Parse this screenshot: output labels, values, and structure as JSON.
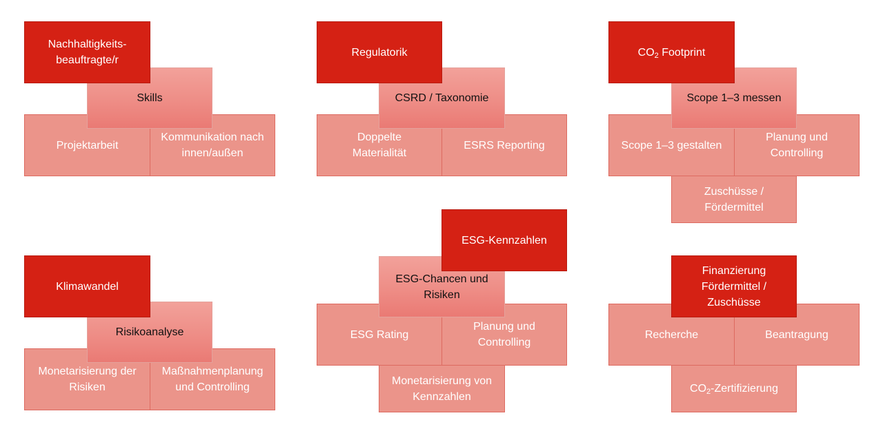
{
  "groups": {
    "nachhaltigkeit": {
      "title": "Nachhaltigkeits-beauftragte/r",
      "skill": "Skills",
      "items": [
        "Projektarbeit",
        "Kommunikation nach innen/außen"
      ]
    },
    "regulatorik": {
      "title": "Regulatorik",
      "skill": "CSRD / Taxonomie",
      "items": [
        "Doppelte Materialität",
        "ESRS Reporting"
      ]
    },
    "co2": {
      "title_main": "CO",
      "title_sub": "2",
      "title_rest": " Footprint",
      "skill": "Scope 1–3 messen",
      "items": [
        "Scope 1–3 gestalten",
        "Planung und Controlling",
        "Zuschüsse / Fördermittel"
      ]
    },
    "klimawandel": {
      "title": "Klimawandel",
      "skill": "Risikoanalyse",
      "items": [
        "Monetarisierung der Risiken",
        "Maßnahmenplanung und Controlling"
      ]
    },
    "esg": {
      "title": "ESG-Kennzahlen",
      "skill": "ESG-Chancen und Risiken",
      "items": [
        "ESG Rating",
        "Planung und Controlling",
        "Monetarisierung von Kennzahlen"
      ]
    },
    "finanzierung": {
      "title": "Finanzierung Fördermittel / Zuschüsse",
      "items": [
        "Recherche",
        "Beantragung"
      ],
      "cert_main": "CO",
      "cert_sub": "2",
      "cert_rest": "-Zertifizierung"
    }
  }
}
